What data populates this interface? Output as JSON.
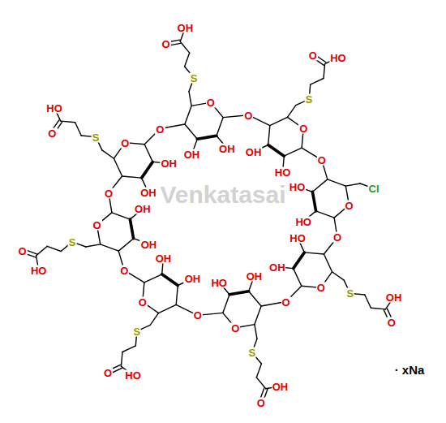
{
  "diagram": {
    "labels": [
      "O",
      "OH",
      "OH",
      "S",
      "O",
      "HO",
      "O",
      "O",
      "OH",
      "OH",
      "S",
      "O",
      "OH",
      "O",
      "O",
      "HO",
      "OH",
      "S",
      "O",
      "HO",
      "O",
      "O",
      "HO",
      "HO",
      "Cl",
      "O",
      "O",
      "OH",
      "HO",
      "S",
      "O",
      "OH",
      "O",
      "O",
      "HO",
      "OH",
      "S",
      "O",
      "OH",
      "O",
      "O",
      "OH",
      "OH",
      "S",
      "O",
      "HO",
      "O",
      "O",
      "OH",
      "OH",
      "S",
      "O",
      "HO",
      "O",
      "· xNa",
      "Venkatasai"
    ]
  }
}
